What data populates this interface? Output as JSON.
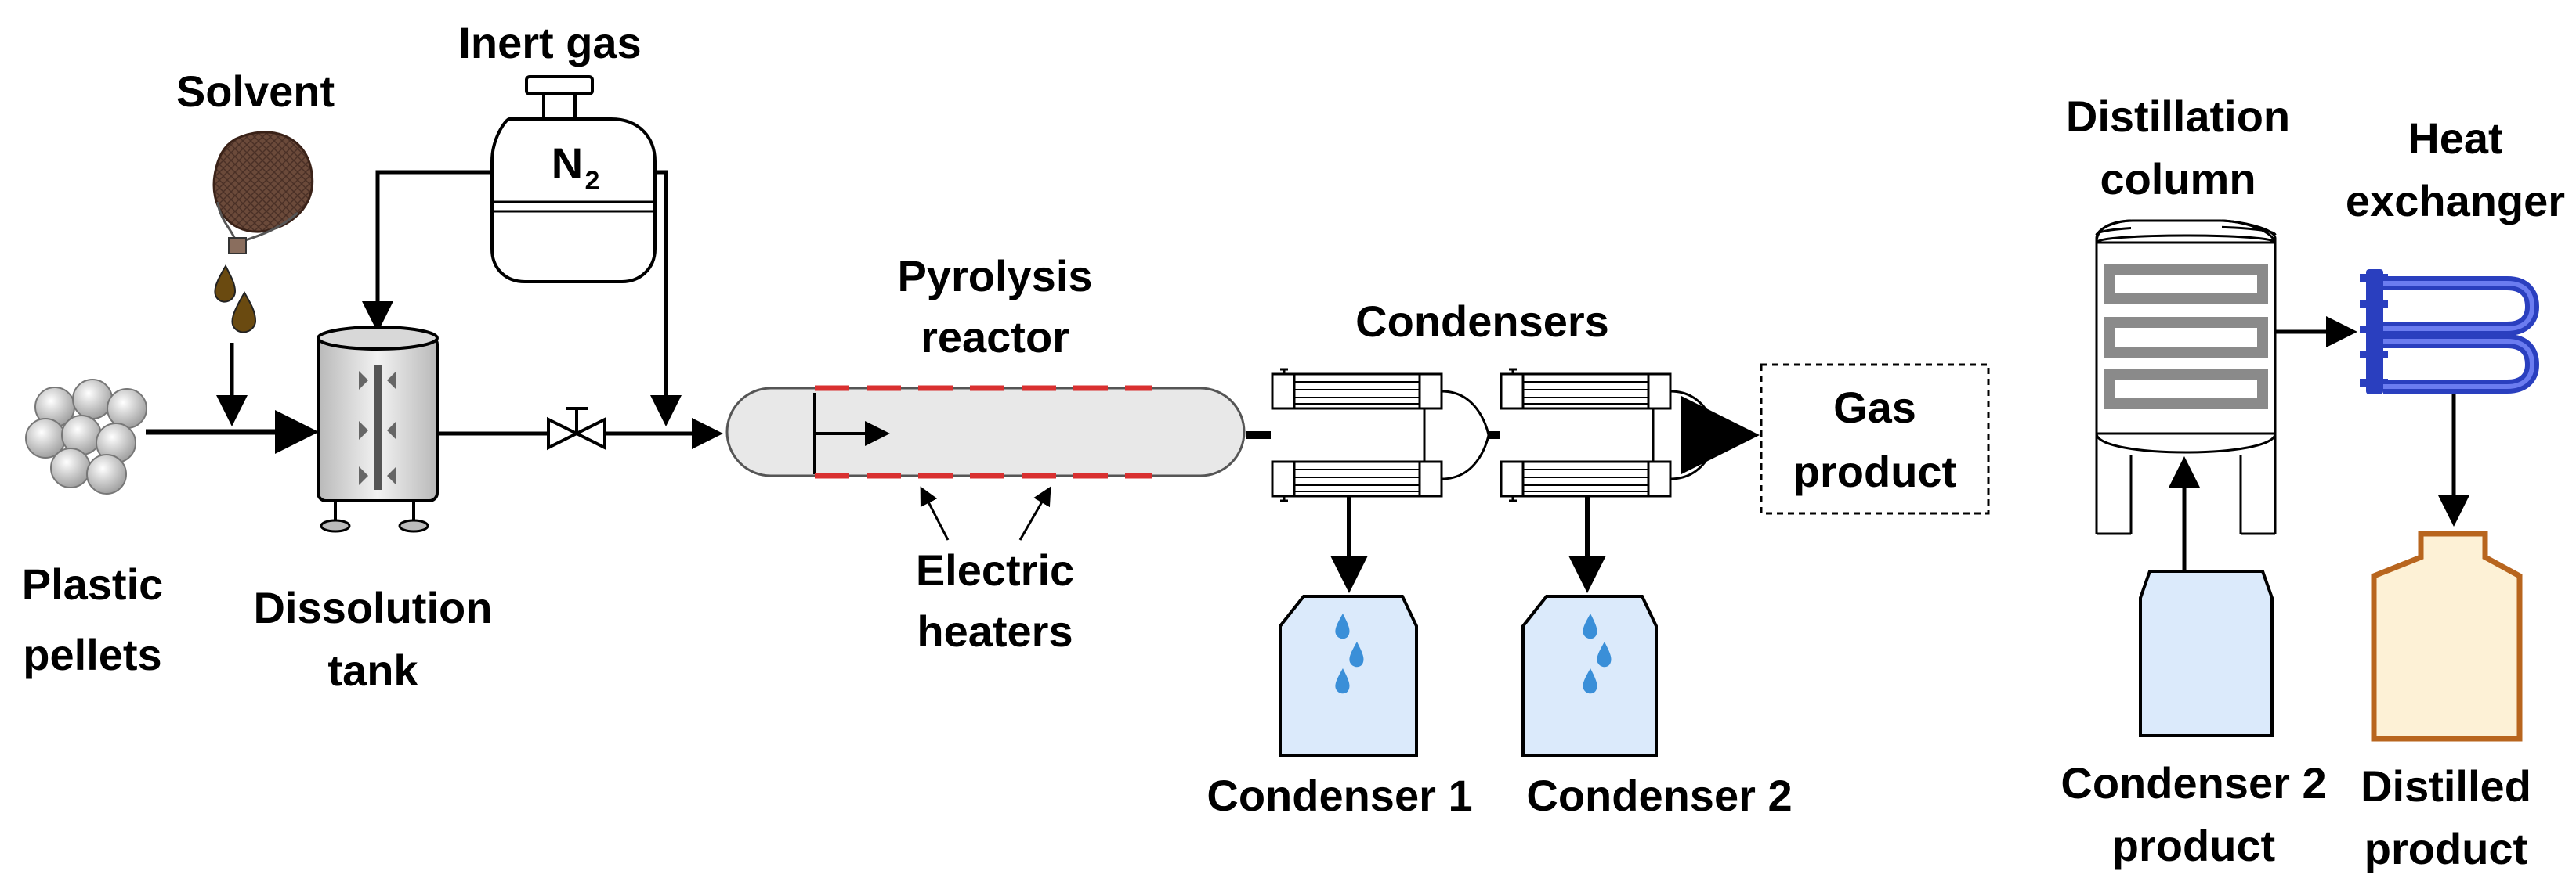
{
  "labels": {
    "solvent": "Solvent",
    "inert_gas": "Inert gas",
    "n2_symbol": "N",
    "n2_subscript": "2",
    "plastic_pellets_1": "Plastic",
    "plastic_pellets_2": "pellets",
    "dissolution_tank_1": "Dissolution",
    "dissolution_tank_2": "tank",
    "pyrolysis_reactor_1": "Pyrolysis",
    "pyrolysis_reactor_2": "reactor",
    "electric_heaters_1": "Electric",
    "electric_heaters_2": "heaters",
    "condensers": "Condensers",
    "gas_product_1": "Gas",
    "gas_product_2": "product",
    "condenser1": "Condenser 1",
    "condenser2": "Condenser 2",
    "distillation_column_1": "Distillation",
    "distillation_column_2": "column",
    "heat_exchanger_1": "Heat",
    "heat_exchanger_2": "exchanger",
    "condenser2_product_1": "Condenser 2",
    "condenser2_product_2": "product",
    "distilled_product_1": "Distilled",
    "distilled_product_2": "product"
  },
  "colors": {
    "line": "#000000",
    "vessel_fill": "#e8e8e8",
    "heater_dash": "#d93030",
    "liquid_fill": "#dbeafb",
    "droplet": "#3a8fd8",
    "heat_exchanger": "#2a3fbf",
    "distilled_outline": "#b8651e",
    "distilled_fill": "#fdf1d6",
    "column_band": "#8a8a8a",
    "solvent_bag": "#6b4a3a"
  }
}
